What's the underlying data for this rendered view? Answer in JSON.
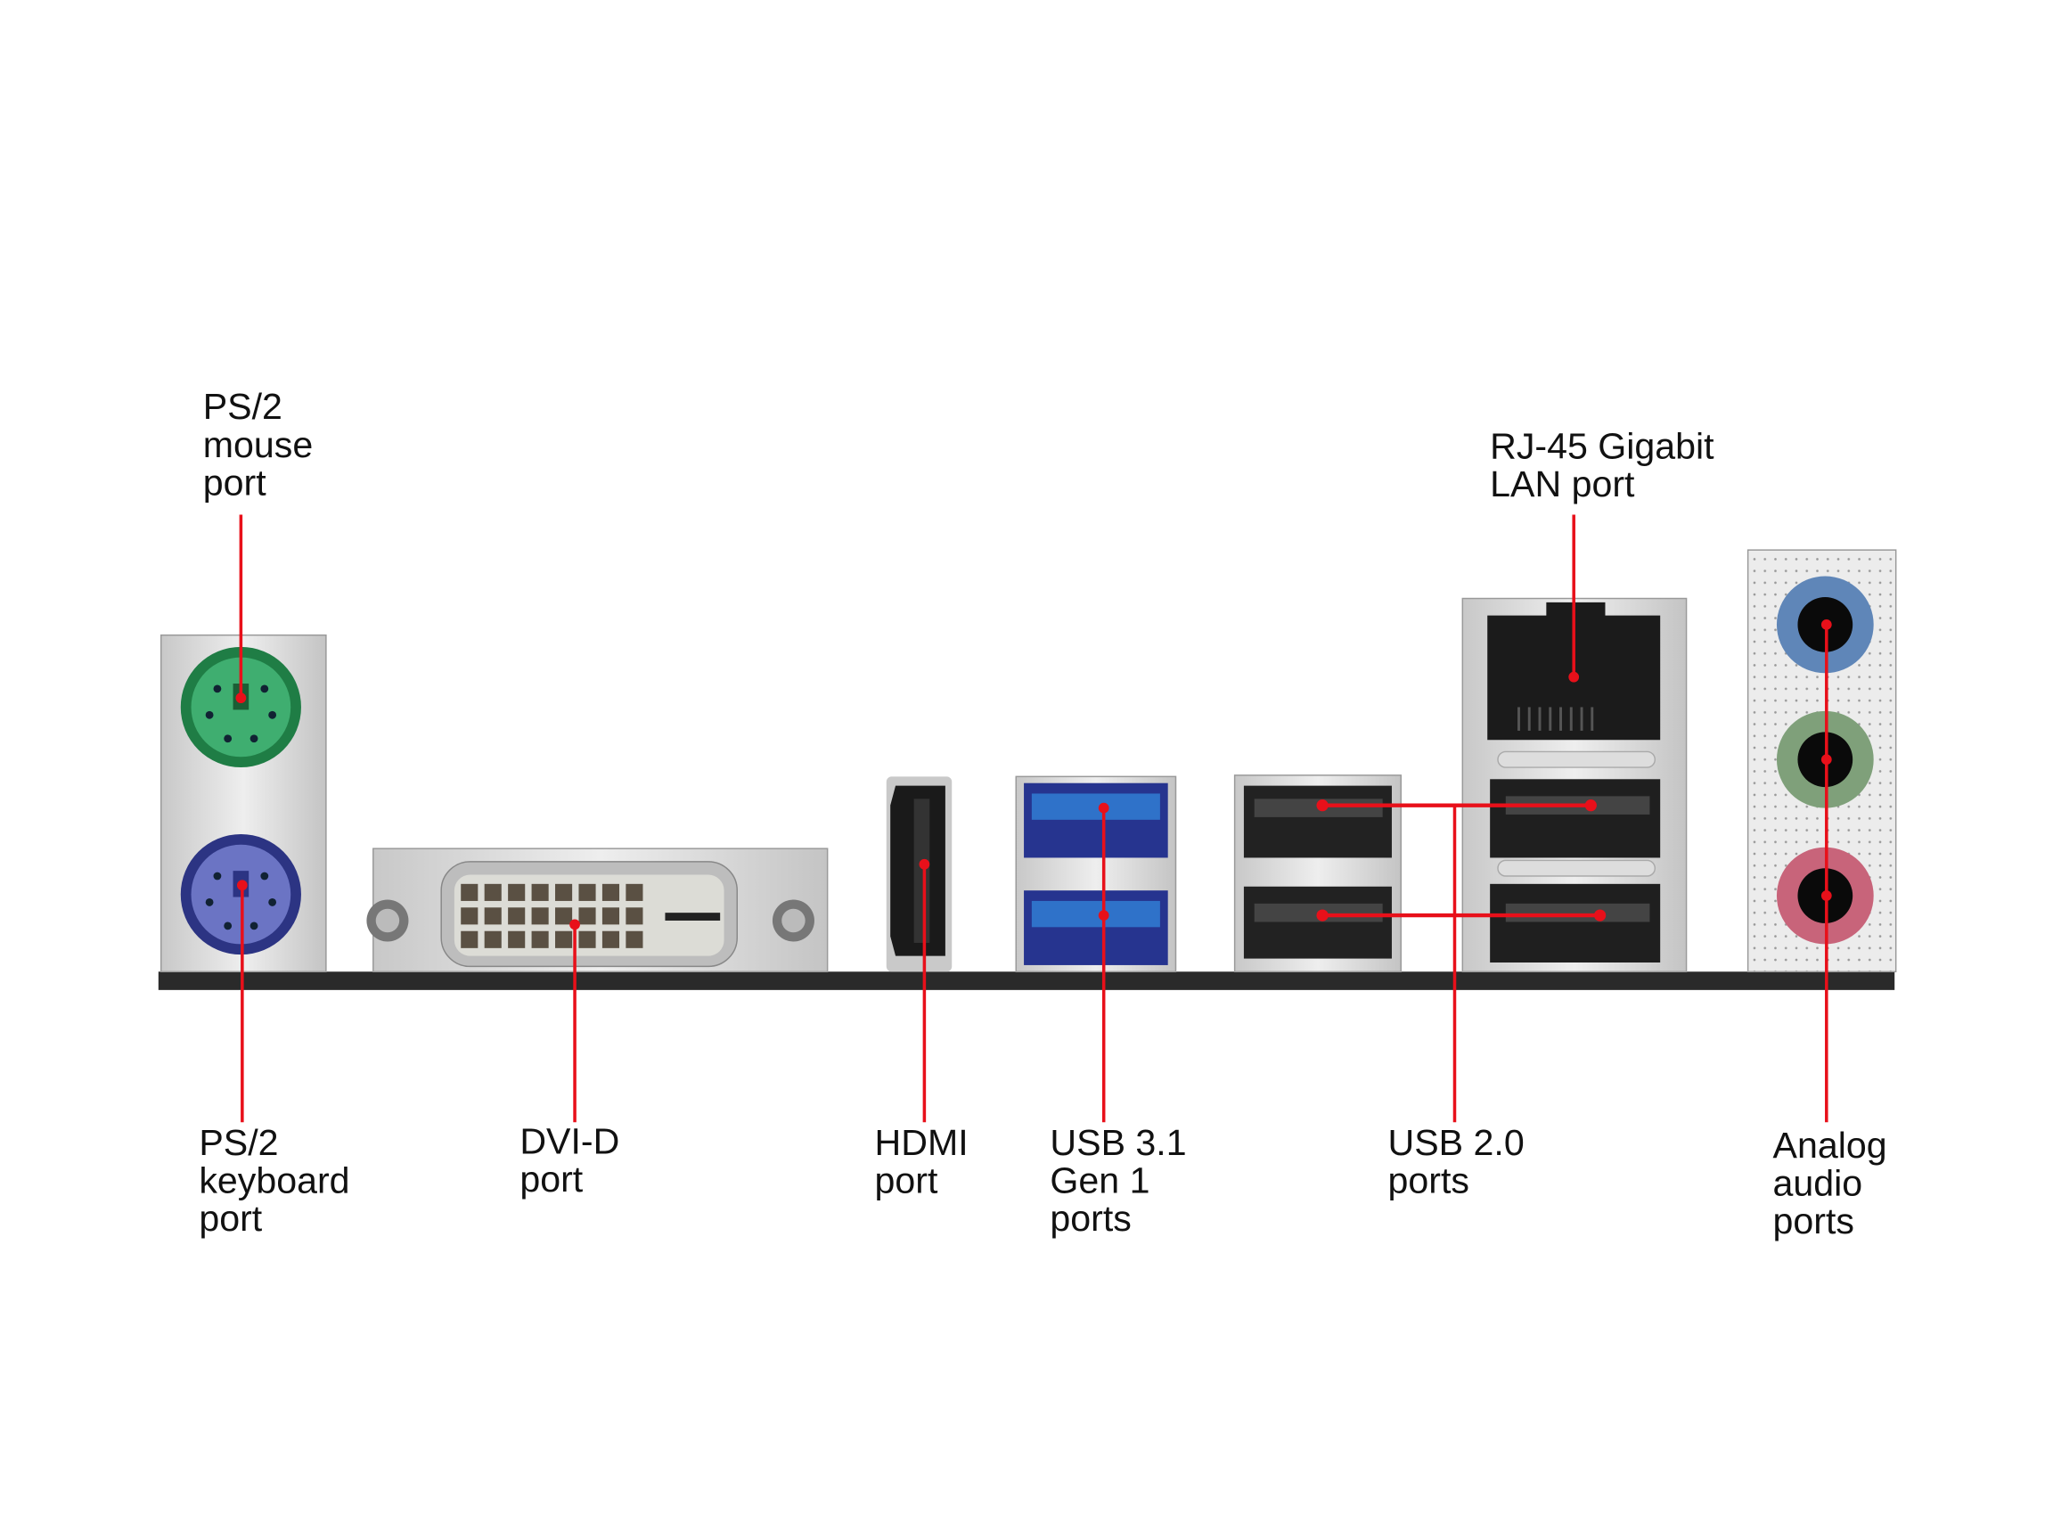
{
  "labels": {
    "ps2_mouse": [
      "PS/2",
      "mouse",
      "port"
    ],
    "rj45": [
      "RJ-45 Gigabit",
      "LAN port"
    ],
    "ps2_keyboard": [
      "PS/2",
      "keyboard",
      "port"
    ],
    "dvi": [
      "DVI-D",
      "port"
    ],
    "hdmi": [
      "HDMI",
      "port"
    ],
    "usb31": [
      "USB 3.1",
      "Gen 1",
      "ports"
    ],
    "usb20": [
      "USB 2.0",
      "ports"
    ],
    "audio": [
      "Analog",
      "audio",
      "ports"
    ]
  },
  "colors": {
    "callout": "#e8101a",
    "ps2_mouse": "#2e9a5f",
    "ps2_keyboard": "#5860b0",
    "usb3": "#2f6fc8",
    "audio_line_in": "#5f86b8",
    "audio_line_out": "#7fa07a",
    "audio_mic": "#c8647a",
    "plate": "#2a2a2a",
    "metal": "#d9d9d9"
  }
}
